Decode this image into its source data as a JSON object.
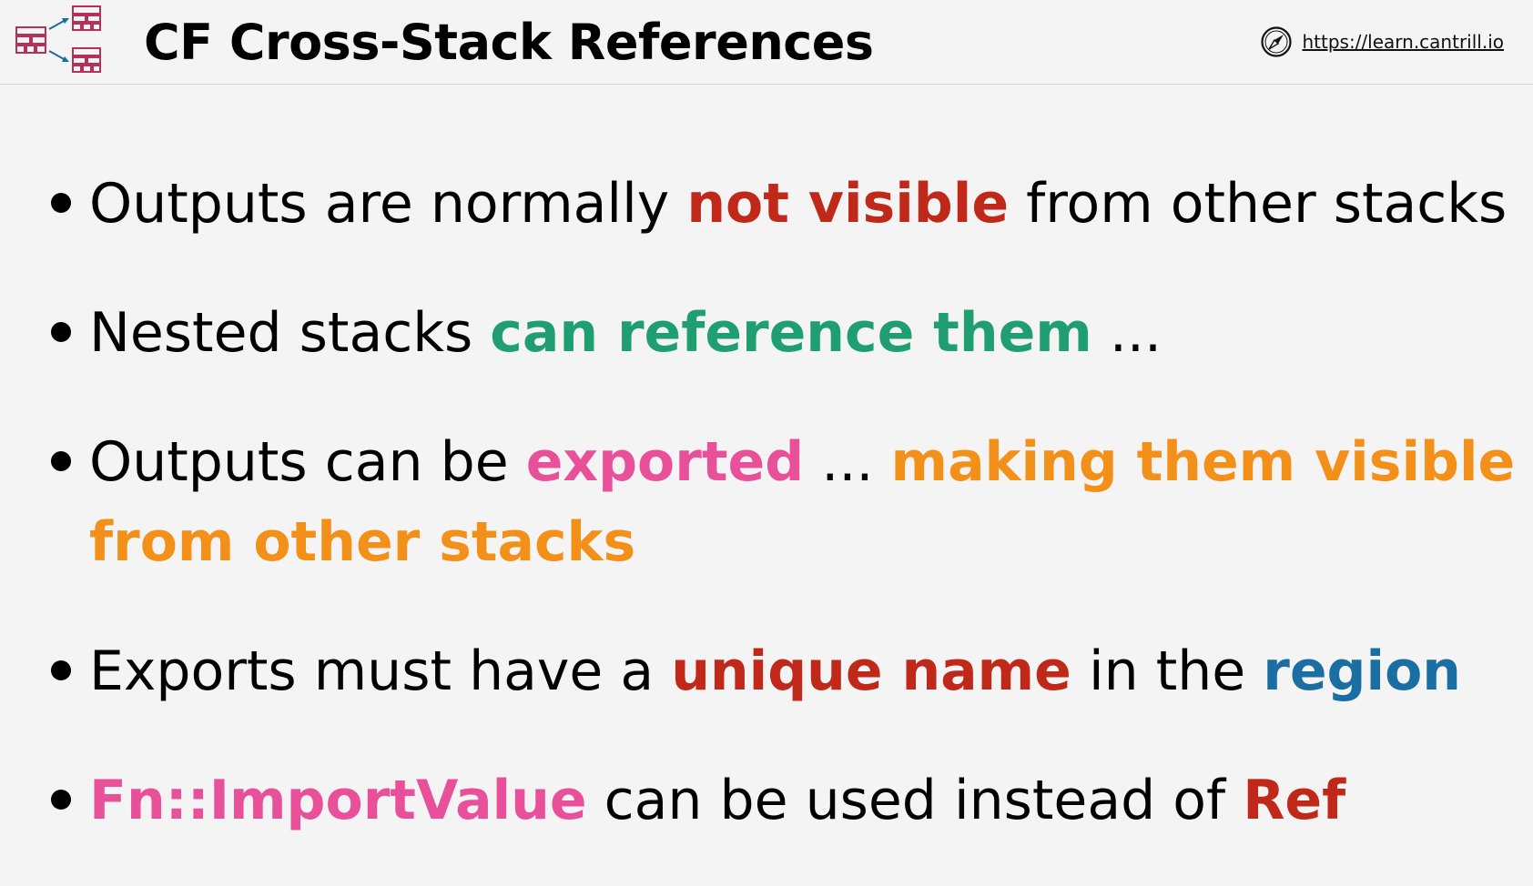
{
  "header": {
    "title": "CF Cross-Stack References",
    "url": "https://learn.cantrill.io",
    "logo_icon": "cloudformation-stacks-icon",
    "site_icon": "compass-icon"
  },
  "colors": {
    "red": "#c0281a",
    "green": "#1f9e72",
    "pink": "#e8509a",
    "orange": "#f39019",
    "blue": "#1b6ea1"
  },
  "bullets": [
    {
      "p1": "Outputs are normally ",
      "h1": "not visible",
      "p2": " from other stacks"
    },
    {
      "p1": "Nested stacks ",
      "h1": "can reference them",
      "p2": " ..."
    },
    {
      "p1": "Outputs can be ",
      "h1": "exported",
      "p2": " ... ",
      "h2": "making them visible",
      "h3": "from other stacks"
    },
    {
      "p1": "Exports must have a ",
      "h1": "unique name",
      "p2": " in the ",
      "h2": "region"
    },
    {
      "h1": "Fn::ImportValue",
      "p1": " can be used instead of ",
      "h2": "Ref"
    }
  ]
}
